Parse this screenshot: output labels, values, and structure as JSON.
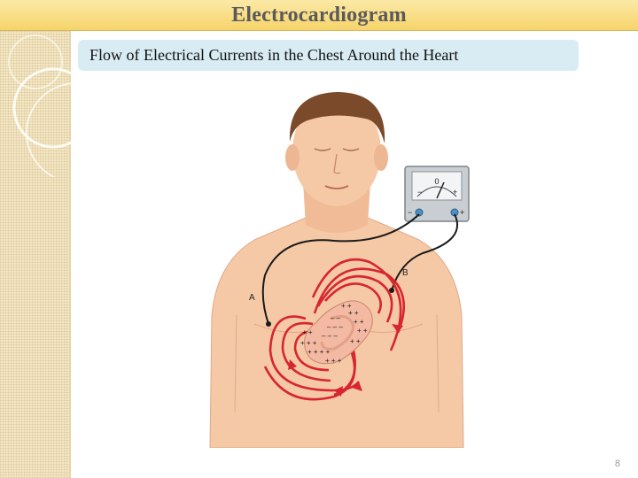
{
  "slide": {
    "title": "Electrocardiogram",
    "subtitle": "Flow of Electrical Currents in the Chest Around the Heart",
    "page_number": "8"
  },
  "figure": {
    "meter_reading": "0",
    "meter_minus": "−",
    "meter_plus": "+",
    "lead_a_label": "A",
    "lead_b_label": "B",
    "colors": {
      "skin": "#f5c9a6",
      "skin_shadow": "#e8a987",
      "hair": "#7a4a2a",
      "current_arrows": "#d7262e",
      "heart": "#f3b9a2",
      "meter_body": "#c9ced3",
      "wire": "#1a1a1a"
    }
  },
  "theme": {
    "title_bar_color": "#f6d46a",
    "subtitle_box_color": "#d9ecf4",
    "left_strip_color": "#f3e7c4"
  }
}
